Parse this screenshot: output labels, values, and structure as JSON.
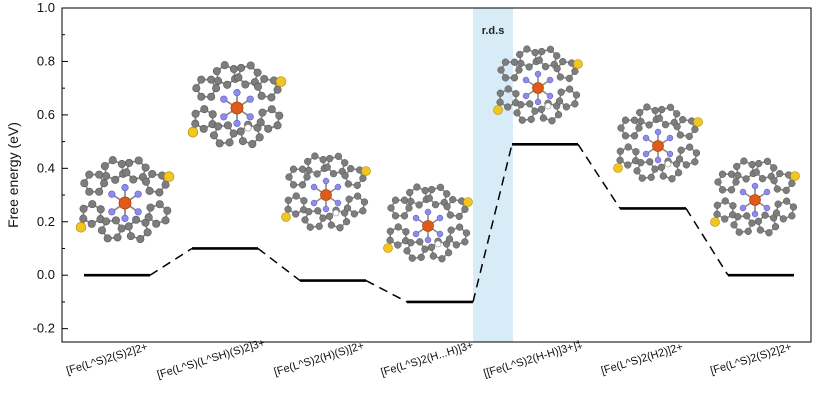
{
  "chart_data": {
    "type": "energy-diagram",
    "ylabel": "Free energy (eV)",
    "ylim": [
      -0.25,
      1.0
    ],
    "y_ticks": [
      "-0.2",
      "0.0",
      "0.2",
      "0.4",
      "0.6",
      "0.8",
      "1.0"
    ],
    "y_tick_values": [
      -0.2,
      0.0,
      0.2,
      0.4,
      0.6,
      0.8,
      1.0
    ],
    "categories": [
      "[Fe(L^S)2(S)2]2+",
      "[Fe(L^S)(L^SH)(S)2]3+",
      "[Fe(L^S)2(H)(S)]2+",
      "[Fe(L^S)2(H...H)]3+",
      "[[Fe(L^S)2(H-H)]3+]‡",
      "[Fe(L^S)2(H2)]2+",
      "[Fe(L^S)2(S)2]2+"
    ],
    "values": [
      0.0,
      0.1,
      -0.02,
      -0.1,
      0.49,
      0.25,
      0.0
    ],
    "highlight": {
      "index": 4,
      "label": "r.d.s",
      "color": "#d8ecf7"
    },
    "colors": {
      "level": "#000000",
      "connector": "#000000",
      "axis": "#000000"
    }
  }
}
